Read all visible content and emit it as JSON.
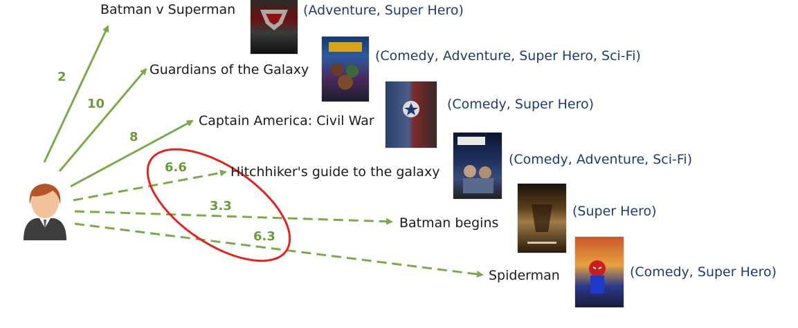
{
  "user": {
    "icon": "user-avatar-icon"
  },
  "movies": [
    {
      "title": "Batman v Superman",
      "genres": "(Adventure, Super Hero)",
      "rating": "2",
      "poster_icon": "batman-v-superman-poster"
    },
    {
      "title": "Guardians of the Galaxy",
      "genres": "(Comedy, Adventure, Super Hero, Sci-Fi)",
      "rating": "10",
      "poster_icon": "guardians-poster"
    },
    {
      "title": "Captain America: Civil War",
      "genres": "(Comedy, Super Hero)",
      "rating": "8",
      "poster_icon": "civil-war-poster"
    },
    {
      "title": "Hitchhiker's guide to the galaxy",
      "genres": "(Comedy, Adventure, Sci-Fi)",
      "rating": "6.6",
      "poster_icon": "hitchhiker-poster"
    },
    {
      "title": "Batman begins",
      "genres": "(Super Hero)",
      "rating": "3.3",
      "poster_icon": "batman-begins-poster"
    },
    {
      "title": "Spiderman",
      "genres": "(Comedy, Super Hero)",
      "rating": "6.3",
      "poster_icon": "spiderman-poster"
    }
  ],
  "colors": {
    "arrow": "#7aaa4a",
    "rating": "#6b9a3c",
    "genre": "#1f3a73",
    "highlight": "#e0241f"
  }
}
